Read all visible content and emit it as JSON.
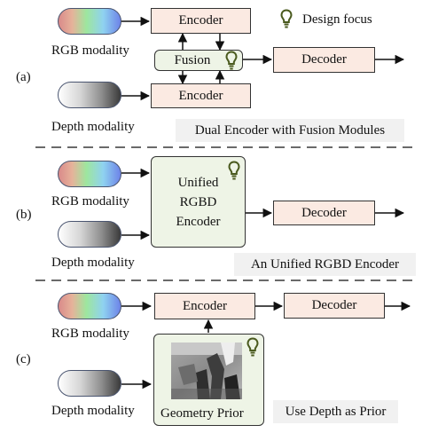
{
  "legend": {
    "label": "Design focus",
    "icon": "lightbulb-icon"
  },
  "panels": {
    "a": {
      "tag": "(a)",
      "rgb_label": "RGB modality",
      "depth_label": "Depth modality",
      "encoder_top": "Encoder",
      "encoder_bottom": "Encoder",
      "fusion": "Fusion",
      "decoder": "Decoder",
      "caption": "Dual Encoder with Fusion Modules"
    },
    "b": {
      "tag": "(b)",
      "rgb_label": "RGB modality",
      "depth_label": "Depth modality",
      "encoder_lines": [
        "Unified",
        "RGBD",
        "Encoder"
      ],
      "decoder": "Decoder",
      "caption": "An Unified RGBD Encoder"
    },
    "c": {
      "tag": "(c)",
      "rgb_label": "RGB modality",
      "depth_label": "Depth modality",
      "encoder": "Encoder",
      "decoder": "Decoder",
      "prior": "Geometry Prior",
      "caption": "Use Depth as Prior"
    }
  },
  "colors": {
    "encoder_fill": "#fbeae2",
    "fusion_fill": "#eef4e6",
    "bulb": "#4a5a1e",
    "caption_bg": "#f1f1f1"
  }
}
